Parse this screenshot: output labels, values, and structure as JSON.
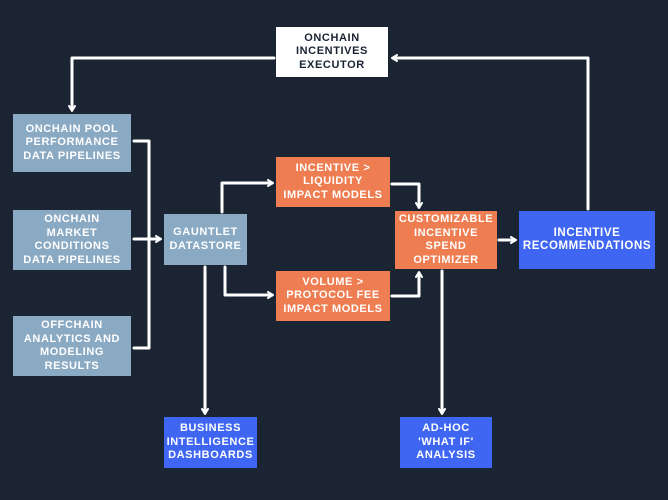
{
  "nodes": {
    "executor": {
      "lines": [
        "ONCHAIN",
        "INCENTIVES",
        "EXECUTOR"
      ],
      "color": "#ffffff"
    },
    "pool": {
      "lines": [
        "ONCHAIN POOL",
        "PERFORMANCE",
        "DATA PIPELINES"
      ],
      "color": "#8aa9c3"
    },
    "market": {
      "lines": [
        "ONCHAIN",
        "MARKET",
        "CONDITIONS",
        "DATA PIPELINES"
      ],
      "color": "#8aa9c3"
    },
    "offchain": {
      "lines": [
        "OFFCHAIN",
        "ANALYTICS AND",
        "MODELING",
        "RESULTS"
      ],
      "color": "#8aa9c3"
    },
    "datastore": {
      "lines": [
        "GAUNTLET",
        "DATASTORE"
      ],
      "color": "#8aa9c3"
    },
    "liquidity": {
      "lines": [
        "INCENTIVE >",
        "LIQUIDITY",
        "IMPACT MODELS"
      ],
      "color": "#ee7d52"
    },
    "protocol": {
      "lines": [
        "VOLUME >",
        "PROTOCOL FEE",
        "IMPACT MODELS"
      ],
      "color": "#ee7d52"
    },
    "optimizer": {
      "lines": [
        "CUSTOMIZABLE",
        "INCENTIVE",
        "SPEND",
        "OPTIMIZER"
      ],
      "color": "#ee7d52"
    },
    "recs": {
      "lines": [
        "INCENTIVE",
        "RECOMMENDATIONS"
      ],
      "color": "#3f66f2"
    },
    "bi": {
      "lines": [
        "BUSINESS",
        "INTELLIGENCE",
        "DASHBOARDS"
      ],
      "color": "#3f66f2"
    },
    "adhoc": {
      "lines": [
        "AD-HOC",
        "'WHAT IF'",
        "ANALYSIS"
      ],
      "color": "#3f66f2"
    }
  },
  "edges": [
    {
      "from": "pool",
      "to": "datastore"
    },
    {
      "from": "market",
      "to": "datastore"
    },
    {
      "from": "offchain",
      "to": "datastore"
    },
    {
      "from": "datastore",
      "to": "liquidity"
    },
    {
      "from": "datastore",
      "to": "protocol"
    },
    {
      "from": "datastore",
      "to": "bi"
    },
    {
      "from": "liquidity",
      "to": "optimizer"
    },
    {
      "from": "protocol",
      "to": "optimizer"
    },
    {
      "from": "optimizer",
      "to": "recs"
    },
    {
      "from": "optimizer",
      "to": "adhoc"
    },
    {
      "from": "recs",
      "to": "executor"
    },
    {
      "from": "executor",
      "to": "pool"
    }
  ],
  "colors": {
    "background": "#1a2433",
    "connector": "#ffffff",
    "input_box": "#8aa9c3",
    "model_box": "#ee7d52",
    "output_box": "#3f66f2"
  }
}
